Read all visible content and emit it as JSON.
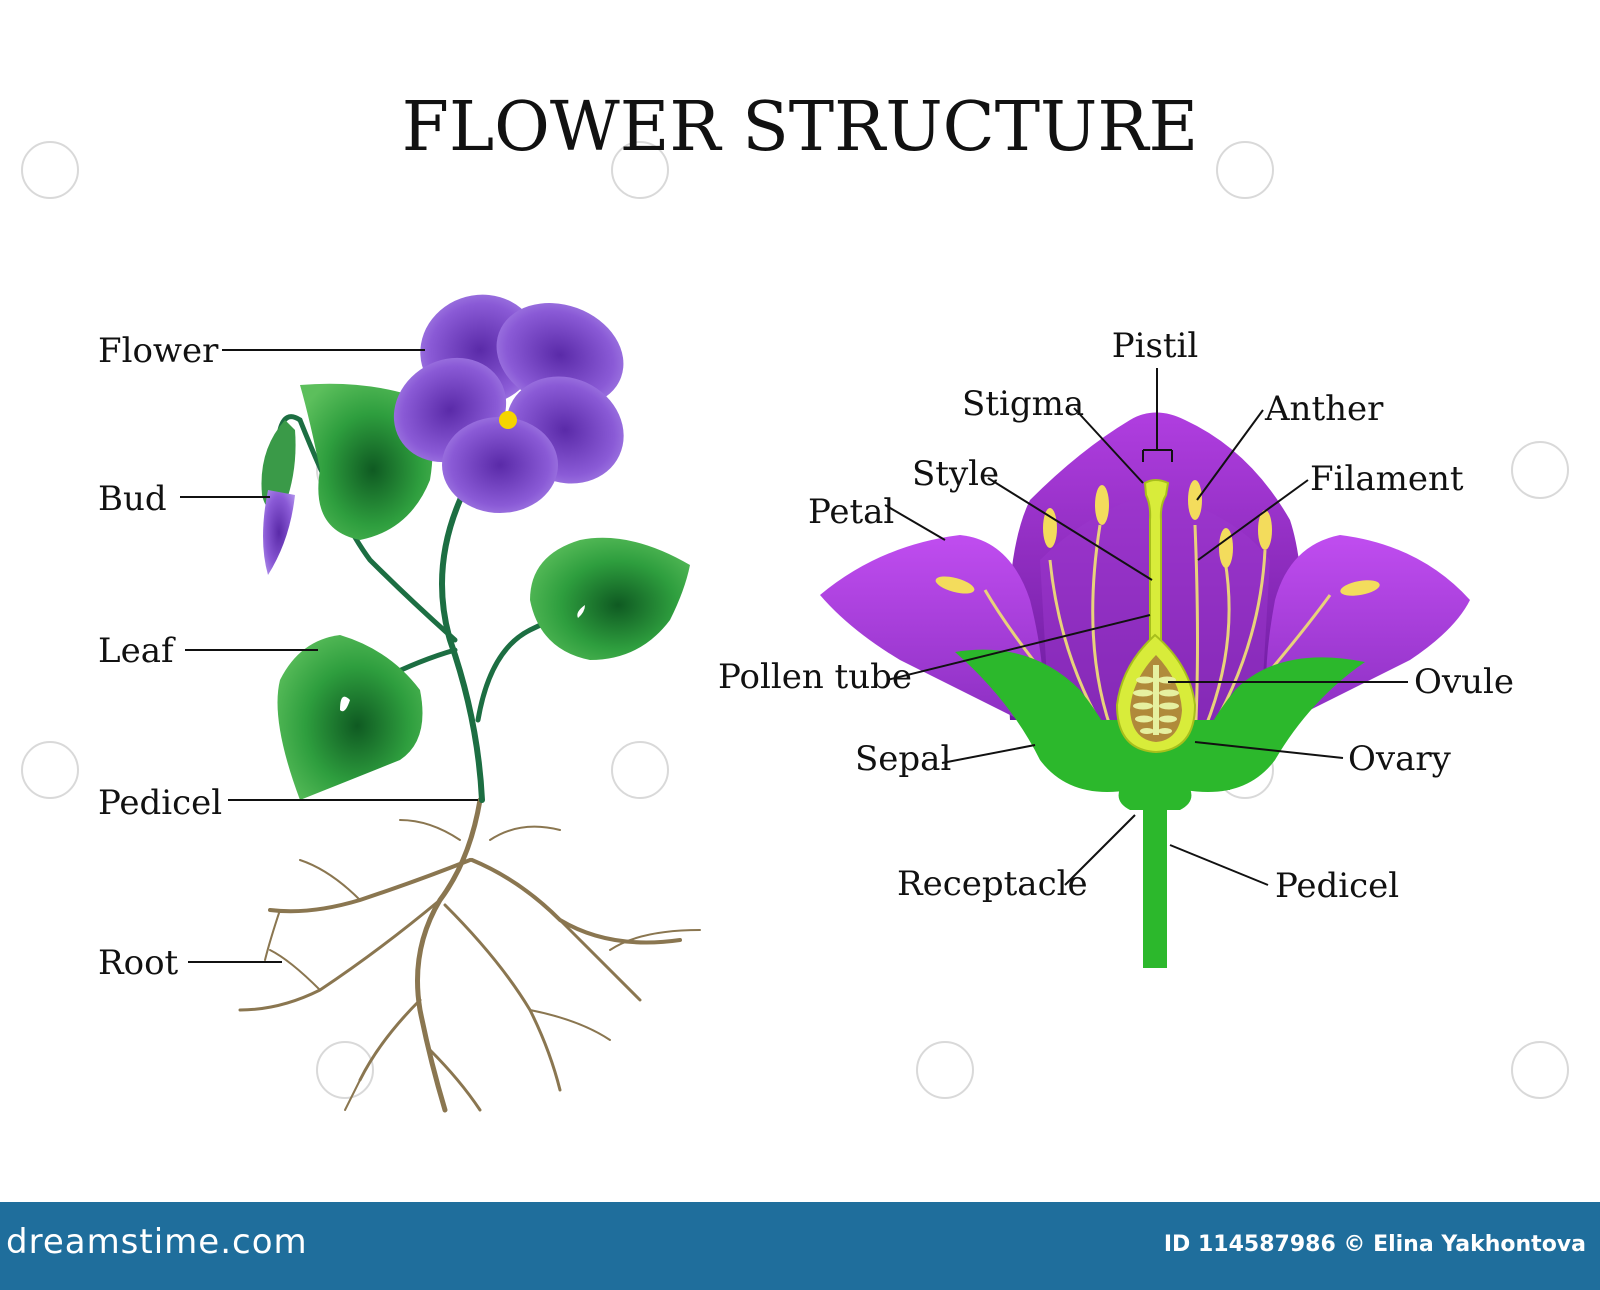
{
  "title": "FLOWER STRUCTURE",
  "plant_labels": {
    "flower": "Flower",
    "bud": "Bud",
    "leaf": "Leaf",
    "pedicel": "Pedicel",
    "root": "Root"
  },
  "flower_labels": {
    "pistil": "Pistil",
    "stigma": "Stigma",
    "anther": "Anther",
    "style": "Style",
    "filament": "Filament",
    "petal": "Petal",
    "pollen_tube": "Pollen tube",
    "ovule": "Ovule",
    "sepal": "Sepal",
    "ovary": "Ovary",
    "receptacle": "Receptacle",
    "pedicel": "Pedicel"
  },
  "footer": {
    "site": "dreamstime.com",
    "credit": "ID 114587986 © Elina Yakhontova"
  },
  "colors": {
    "violet": "#8a5ad6",
    "magenta": "#b43fe0",
    "leaf_green": "#2e9e3e",
    "sepal_green": "#2cb82c",
    "style_yellow": "#d8ec3a",
    "root_brown": "#8a7650",
    "footer_blue": "#1f6e9c"
  }
}
